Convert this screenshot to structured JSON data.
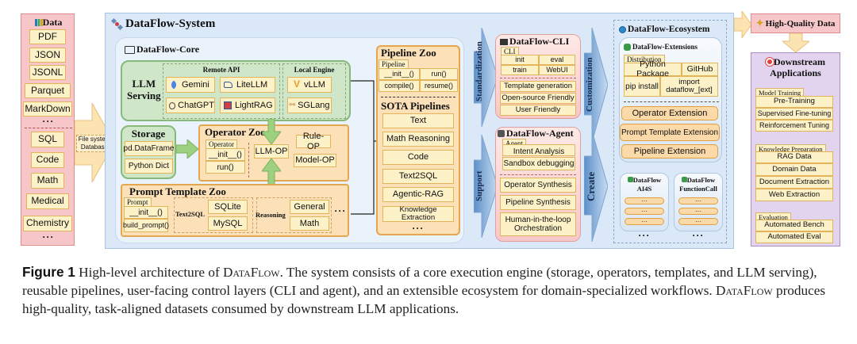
{
  "data_panel": {
    "title": "Data",
    "icon": "bar-chart-icon",
    "formats": [
      "PDF",
      "JSON",
      "JSONL",
      "Parquet",
      "MarkDown"
    ],
    "formats_more": "···",
    "domains": [
      "SQL",
      "Code",
      "Math",
      "Medical",
      "Chemistry"
    ],
    "domains_more": "···",
    "arrow_label_line1": "File system",
    "arrow_label_line2": "Database"
  },
  "system": {
    "title": "DataFlow-System",
    "icon": "satellite-icon",
    "core": {
      "title": "DataFlow-Core",
      "icon": "laptop-icon",
      "llm_serving": {
        "label_line1": "LLM",
        "label_line2": "Serving",
        "remote_api_title": "Remote API",
        "remote_api": [
          {
            "label": "Gemini",
            "icon": "gemini-icon"
          },
          {
            "label": "LiteLLM",
            "icon": "litellm-icon"
          },
          {
            "label": "ChatGPT",
            "icon": "openai-icon"
          },
          {
            "label": "LightRAG",
            "icon": "lightrag-icon"
          }
        ],
        "local_engine_title": "Local Engine",
        "local_engine": [
          {
            "label": "vLLM",
            "icon": "vllm-icon"
          },
          {
            "label": "SGLang",
            "icon": "sglang-icon"
          }
        ]
      },
      "storage": {
        "title": "Storage",
        "items": [
          "pd.DataFrame",
          "Python Dict"
        ]
      },
      "operator_zoo": {
        "title": "Operator Zoo",
        "tag": "Operator",
        "methods": [
          "__init__()",
          "run()"
        ],
        "llm_op": "LLM-OP",
        "rule_op": "Rule-OP",
        "model_op": "Model-OP"
      },
      "prompt_zoo": {
        "title": "Prompt Template Zoo",
        "tag": "Prompt",
        "methods": [
          "__init__()",
          "build_prompt()"
        ],
        "text2sql_label": "Text2SQL",
        "text2sql": [
          "SQLite",
          "MySQL"
        ],
        "reasoning_label": "Reasoning",
        "reasoning": [
          "General",
          "Math"
        ],
        "more": "···"
      }
    },
    "pipeline_zoo": {
      "title": "Pipeline Zoo",
      "tag": "Pipeline",
      "methods": [
        "__init__()",
        "run()",
        "compile()",
        "resume()"
      ],
      "sota_title": "SOTA Pipelines",
      "sota": [
        "Text",
        "Math Reasoning",
        "Code",
        "Text2SQL",
        "Agentic-RAG",
        "Knowledge Extraction"
      ],
      "more": "···"
    },
    "arrows": {
      "standardization": "Standardization",
      "support": "Support",
      "customization": "Customization",
      "create": "Create"
    },
    "cli": {
      "title": "DataFlow-CLI",
      "icon": "computer-icon",
      "tag": "CLI",
      "commands": [
        "init",
        "eval",
        "train",
        "WebUI"
      ],
      "features": [
        "Template generation",
        "Open-source Friendly",
        "User Friendly"
      ]
    },
    "agent": {
      "title": "DataFlow-Agent",
      "icon": "robot-icon",
      "tag": "Agent",
      "items": [
        "Intent Analysis",
        "Sandbox debugging"
      ],
      "features": [
        "Operator Synthesis",
        "Pipeline Synthesis",
        "Human-in-the-loop Orchestration"
      ]
    },
    "ecosystem": {
      "title": "DataFlow-Ecosystem",
      "icon": "globe-icon",
      "extensions": {
        "title": "DataFlow-Extensions",
        "icon": "puzzle-icon",
        "tag": "Distribution",
        "cells": [
          "Python Package",
          "GitHub",
          "pip install",
          "import dataflow_[ext]"
        ],
        "items": [
          "Operator Extension",
          "Prompt Template Extension",
          "Pipeline Extension"
        ]
      },
      "ai4s": {
        "title_line1": "DataFlow",
        "title_line2": "AI4S",
        "items": [
          "···",
          "···",
          "···"
        ],
        "more": "···"
      },
      "functioncall": {
        "title_line1": "DataFlow",
        "title_line2": "FunctionCall",
        "items": [
          "···",
          "···",
          "···"
        ],
        "more": "···"
      }
    }
  },
  "output": {
    "hq_title": "High-Quality Data",
    "hq_icon": "sparkle-icon",
    "downstream_title_line1": "Downstream",
    "downstream_title_line2": "Applications",
    "downstream_icon": "target-icon",
    "groups": [
      {
        "tag": "Model Training",
        "items": [
          "Pre-Training",
          "Supervised Fine-tuning",
          "Reinforcement Tuning"
        ]
      },
      {
        "tag": "Knowledge Preparation",
        "items": [
          "RAG Data",
          "Domain Data",
          "Document Extraction",
          "Web Extraction"
        ]
      },
      {
        "tag": "Evaluation",
        "items": [
          "Automated Bench",
          "Automated Eval"
        ]
      }
    ]
  },
  "caption": {
    "label": "Figure 1",
    "p1": " High-level architecture of ",
    "name": "DataFlow",
    "p2": ". The system consists of a core execution engine (storage, operators, templates, and LLM serving), reusable pipelines, user-facing control layers (CLI and agent), and an extensible ecosystem for domain-specialized workflows. ",
    "p3": " produces high-quality, task-aligned datasets consumed by downstream LLM applications."
  },
  "colors": {
    "data_bg": "#f6c6c8",
    "system_bg": "#dbe8f7",
    "llm_green": "#cfe6c9",
    "orange_box": "#fbe0b8",
    "cell_bg": "#fdf1c8",
    "cli_pink": "#fbdcdc",
    "downstream_purple": "#e2d4ee"
  }
}
